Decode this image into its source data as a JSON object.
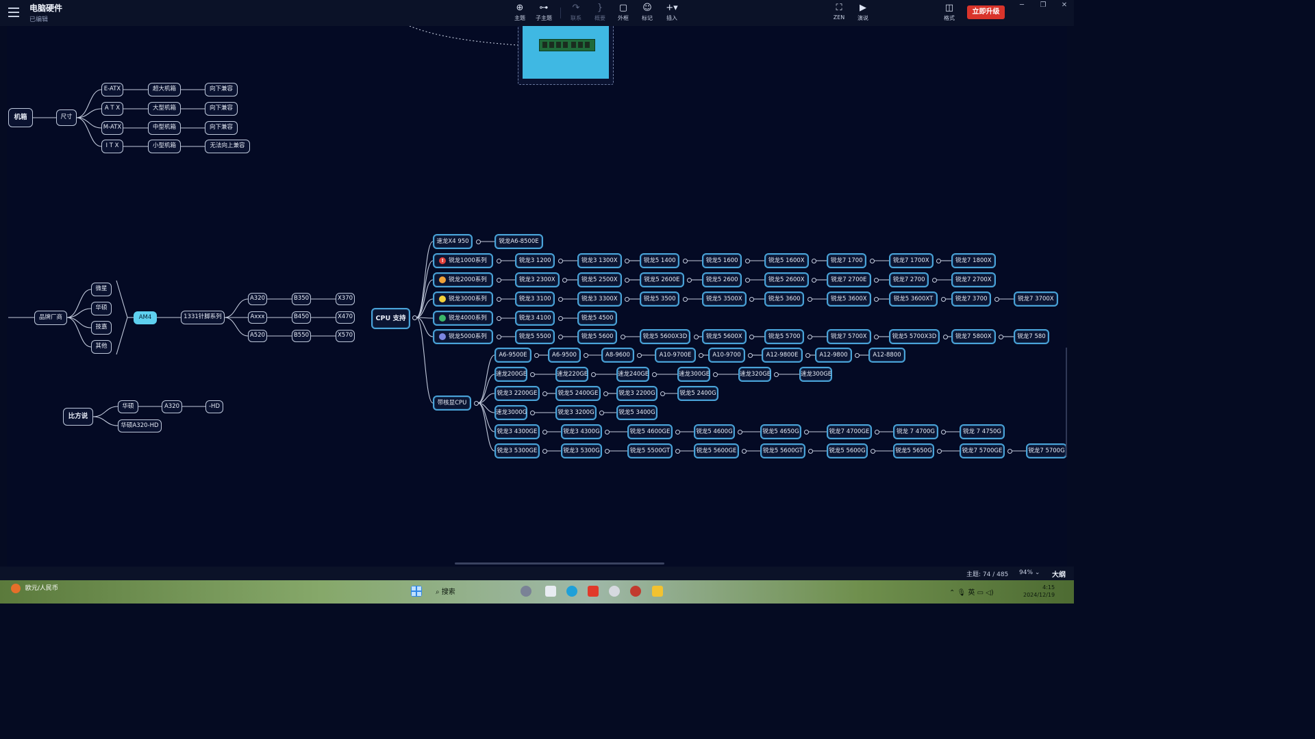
{
  "titlebar": {
    "doc_title": "电脑硬件",
    "doc_status": "已编辑",
    "tools": [
      {
        "label": "主题",
        "icon": "topic-icon",
        "glyph": "⊕"
      },
      {
        "label": "子主题",
        "icon": "subtopic-icon",
        "glyph": "⊶"
      },
      {
        "label": "联系",
        "icon": "relationship-icon",
        "glyph": "↷"
      },
      {
        "label": "概要",
        "icon": "summary-icon",
        "glyph": "}"
      },
      {
        "label": "外框",
        "icon": "boundary-icon",
        "glyph": "▢"
      },
      {
        "label": "标记",
        "icon": "marker-icon",
        "glyph": "☺"
      },
      {
        "label": "插入",
        "icon": "insert-icon",
        "glyph": "+▾"
      }
    ],
    "zen_label": "ZEN",
    "present_label": "演说",
    "format_label": "格式",
    "upgrade_label": "立即升级"
  },
  "map": {
    "chassis": {
      "label": "机箱",
      "size_label": "尺寸",
      "rows": [
        [
          "E-ATX",
          "超大机箱",
          "向下兼容"
        ],
        [
          "A T X",
          "大型机箱",
          "向下兼容"
        ],
        [
          "M-ATX",
          "中型机箱",
          "向下兼容"
        ],
        [
          "I T X",
          "小型机箱",
          "无法向上兼容"
        ]
      ]
    },
    "brand": {
      "label": "品牌厂商",
      "makers": [
        "微星",
        "华硕",
        "技嘉",
        "其他"
      ],
      "socket": "AM4",
      "pin_series": "1331针脚系列",
      "chipsets": [
        [
          "A320",
          "B350",
          "X370"
        ],
        [
          "Axxx",
          "B450",
          "X470"
        ],
        [
          "A520",
          "B550",
          "X570"
        ]
      ]
    },
    "example": {
      "label": "比方说",
      "row1": [
        "华硕",
        "A320",
        "-HD"
      ],
      "row2": "华硕A320-HD"
    },
    "cpu": {
      "label": "CPU 支持",
      "rows": [
        {
          "series": "速龙X4 950",
          "marker": "",
          "items": [
            "锐龙A6-8500E"
          ]
        },
        {
          "series": "锐龙1000系列",
          "marker": "#e0413b",
          "marker_text": "!",
          "items": [
            "锐龙3 1200",
            "锐龙3 1300X",
            "锐龙5 1400",
            "锐龙5 1600",
            "锐龙5 1600X",
            "锐龙7 1700",
            "锐龙7 1700X",
            "锐龙7 1800X"
          ]
        },
        {
          "series": "锐龙2000系列",
          "marker": "#f0a23a",
          "marker_text": "",
          "items": [
            "锐龙3 2300X",
            "锐龙5 2500X",
            "锐龙5 2600E",
            "锐龙5 2600",
            "锐龙5 2600X",
            "锐龙7 2700E",
            "锐龙7 2700",
            "锐龙7 2700X"
          ]
        },
        {
          "series": "锐龙3000系列",
          "marker": "#f2d13c",
          "marker_text": "",
          "items": [
            "锐龙3 3100",
            "锐龙3 3300X",
            "锐龙5 3500",
            "锐龙5 3500X",
            "锐龙5 3600",
            "锐龙5 3600X",
            "锐龙5 3600XT",
            "锐龙7 3700",
            "锐龙7 3700X"
          ]
        },
        {
          "series": "锐龙4000系列",
          "marker": "#3cb86a",
          "marker_text": "",
          "items": [
            "锐龙3 4100",
            "锐龙5 4500"
          ]
        },
        {
          "series": "锐龙5000系列",
          "marker": "#7b86e0",
          "marker_text": "",
          "items": [
            "锐龙5 5500",
            "锐龙5 5600",
            "锐龙5 5600X3D",
            "锐龙5 5600X",
            "锐龙5 5700",
            "锐龙7 5700X",
            "锐龙5 5700X3D",
            "锐龙7 5800X",
            "锐龙7 580"
          ]
        }
      ],
      "apu_label": "带核显CPU",
      "apu_rows": [
        [
          "A6-9500E",
          "A6-9500",
          "A8-9600",
          "A10-9700E",
          "A10-9700",
          "A12-9800E",
          "A12-9800",
          "A12-8800"
        ],
        [
          "速龙200GE",
          "速龙220GE",
          "速龙240GE",
          "速龙300GE",
          "速龙320GE",
          "速龙300GE"
        ],
        [
          "锐龙3 2200GE",
          "锐龙5 2400GE",
          "锐龙3 2200G",
          "锐龙5 2400G"
        ],
        [
          "速龙3000G",
          "锐龙3 3200G",
          "锐龙5 3400G"
        ],
        [
          "锐龙3 4300GE",
          "锐龙3 4300G",
          "锐龙5 4600GE",
          "锐龙5 4600G",
          "锐龙5 4650G",
          "锐龙7 4700GE",
          "锐龙 7 4700G",
          "锐龙 7 4750G"
        ],
        [
          "锐龙3 5300GE",
          "锐龙3 5300G",
          "锐龙5 5500GT",
          "锐龙5 5600GE",
          "锐龙5 5600GT",
          "锐龙5 5600G",
          "锐龙5 5650G",
          "锐龙7 5700GE",
          "锐龙7 5700G"
        ]
      ]
    }
  },
  "statusbar": {
    "topic_count": "主题: 74 / 485",
    "zoom": "94% ⌄",
    "outline": "大纲"
  },
  "taskbar": {
    "weather": "欧元/人民币",
    "search": "搜索",
    "tray": "⌃  🎙  英  ▭  ◁)",
    "time": "4:15",
    "date": "2024/12/19"
  },
  "colors": {
    "background": "#040a24",
    "node_border": "#bfc9dc",
    "highlight_border": "#4aa3d8",
    "socket_fill": "#5ed0ef",
    "upgrade": "#d9342b"
  }
}
